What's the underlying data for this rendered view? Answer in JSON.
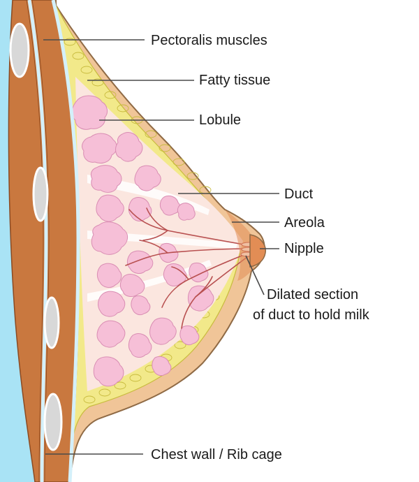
{
  "labels": {
    "pectoralis": "Pectoralis muscles",
    "fatty": "Fatty tissue",
    "lobule": "Lobule",
    "duct": "Duct",
    "areola": "Areola",
    "nipple": "Nipple",
    "dilated_line1": "Dilated section",
    "dilated_line2": "of duct to hold milk",
    "chest_wall": "Chest wall / Rib cage"
  },
  "colors": {
    "body_cavity": "#a9e3f5",
    "muscle": "#c9783f",
    "muscle_outline": "#8a4a22",
    "membrane": "#d4f0fa",
    "fat": "#f2e98a",
    "fat_outline": "#c8bb3e",
    "skin": "#f0c598",
    "skin_outline": "#8f6a45",
    "gland": "#fbe6df",
    "lobule": "#f6bfd7",
    "lobule_outline": "#d98db3",
    "duct": "#b85050",
    "rib": "#c8c8c8",
    "areola": "#e28d55"
  }
}
